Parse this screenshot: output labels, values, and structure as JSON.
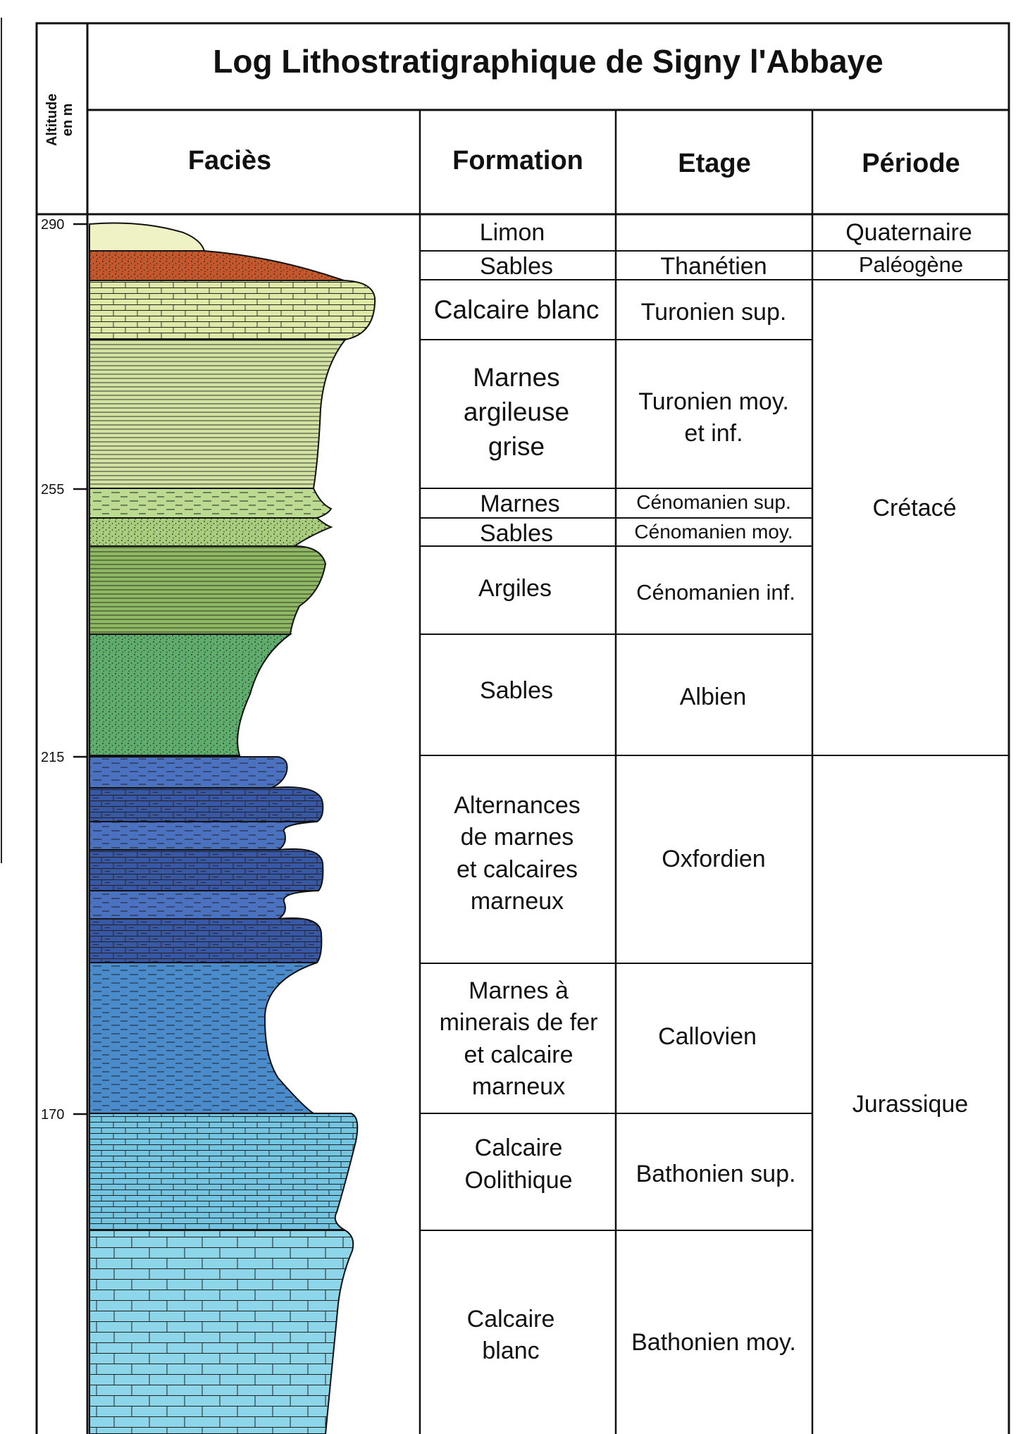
{
  "title": "Log Lithostratigraphique de Signy l'Abbaye",
  "altitude_label": [
    "Altitude",
    "en m"
  ],
  "headers": {
    "facies": "Faciès",
    "formation": "Formation",
    "etage": "Etage",
    "periode": "Période"
  },
  "altitude_ticks": [
    "290",
    "255",
    "215",
    "170"
  ],
  "layers": [
    {
      "formation": [
        "Limon"
      ],
      "etage": [],
      "pattern": "plain",
      "color": "#eef2c4"
    },
    {
      "formation": [
        "Sables"
      ],
      "etage": [
        "Thanétien"
      ],
      "pattern": "sand",
      "color": "#c4582c"
    },
    {
      "formation": [
        "Calcaire blanc"
      ],
      "etage": [
        "Turonien sup."
      ],
      "pattern": "limestone",
      "color": "#dde9a4"
    },
    {
      "formation": [
        "Marnes",
        "argileuse",
        "grise"
      ],
      "etage": [
        "Turonien moy.",
        "et inf."
      ],
      "pattern": "clay",
      "color": "#d3e4a2"
    },
    {
      "formation": [
        "Marnes"
      ],
      "etage": [
        "Cénomanien sup."
      ],
      "pattern": "marl",
      "color": "#bcdb91"
    },
    {
      "formation": [
        "Sables"
      ],
      "etage": [
        "Cénomanien moy."
      ],
      "pattern": "sand",
      "color": "#a8cd7d"
    },
    {
      "formation": [
        "Argiles"
      ],
      "etage": [
        "Cénomanien inf."
      ],
      "pattern": "clay",
      "color": "#8eb861"
    },
    {
      "formation": [
        "Sables"
      ],
      "etage": [
        "Albien"
      ],
      "pattern": "sand",
      "color": "#5fad6c"
    },
    {
      "formation": [
        "Alternances",
        "de marnes",
        "et calcaires",
        "marneux"
      ],
      "etage": [
        "Oxfordien"
      ],
      "pattern": "alternance",
      "color": "#3d5fac"
    },
    {
      "formation": [
        "Marnes à",
        "minerais de fer",
        "et calcaire",
        "marneux"
      ],
      "etage": [
        "Callovien"
      ],
      "pattern": "marl",
      "color": "#4a8bcc"
    },
    {
      "formation": [
        "Calcaire",
        "Oolithique"
      ],
      "etage": [
        "Bathonien sup."
      ],
      "pattern": "limestone",
      "color": "#72c6e2"
    },
    {
      "formation": [
        "Calcaire",
        "blanc"
      ],
      "etage": [
        "Bathonien moy."
      ],
      "pattern": "limestone",
      "color": "#8dd5e8"
    }
  ],
  "periods": [
    {
      "name": "Quaternaire"
    },
    {
      "name": "Paléogène"
    },
    {
      "name": "Crétacé"
    },
    {
      "name": "Jurassique"
    }
  ]
}
